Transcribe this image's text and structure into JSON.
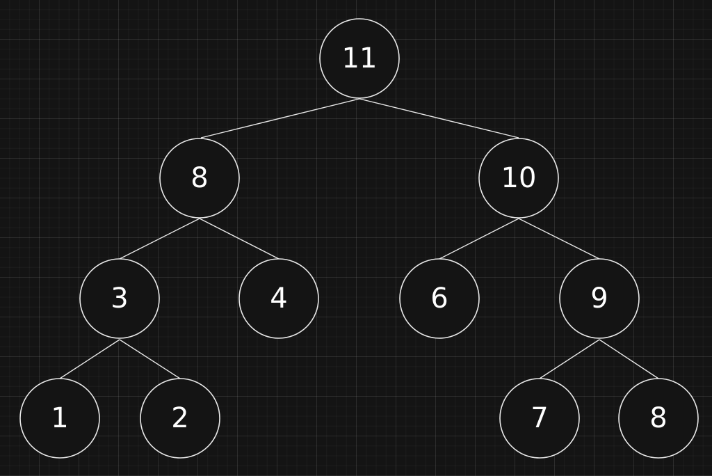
{
  "background_color": "#141414",
  "line_color": "#e8e8e8",
  "tree": {
    "nodes": [
      {
        "id": "n0",
        "label": "11"
      },
      {
        "id": "n1",
        "label": "8"
      },
      {
        "id": "n2",
        "label": "10"
      },
      {
        "id": "n3",
        "label": "3"
      },
      {
        "id": "n4",
        "label": "4"
      },
      {
        "id": "n5",
        "label": "6"
      },
      {
        "id": "n6",
        "label": "9"
      },
      {
        "id": "n7",
        "label": "1"
      },
      {
        "id": "n8",
        "label": "2"
      },
      {
        "id": "n9",
        "label": "7"
      },
      {
        "id": "n10",
        "label": "8"
      }
    ],
    "edges": [
      [
        "n0",
        "n1"
      ],
      [
        "n0",
        "n2"
      ],
      [
        "n1",
        "n3"
      ],
      [
        "n1",
        "n4"
      ],
      [
        "n2",
        "n5"
      ],
      [
        "n2",
        "n6"
      ],
      [
        "n3",
        "n7"
      ],
      [
        "n3",
        "n8"
      ],
      [
        "n6",
        "n9"
      ],
      [
        "n6",
        "n10"
      ]
    ]
  }
}
